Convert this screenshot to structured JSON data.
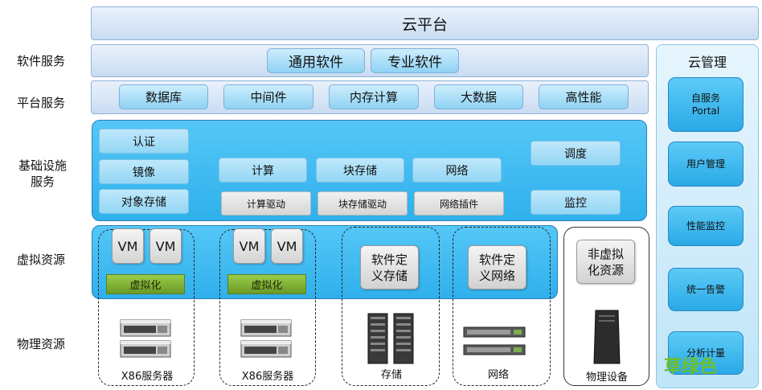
{
  "left_labels": {
    "software": "软件服务",
    "platform": "平台服务",
    "infra": "基础设施服务",
    "virtual": "虚拟资源",
    "physical": "物理资源"
  },
  "cloud_platform": "云平台",
  "software_services": [
    "通用软件",
    "专业软件"
  ],
  "platform_services": [
    "数据库",
    "中间件",
    "内存计算",
    "大数据",
    "高性能"
  ],
  "infra": {
    "left": [
      "认证",
      "镜像",
      "对象存储"
    ],
    "middle": [
      "计算",
      "块存储",
      "网络"
    ],
    "drivers": [
      "计算驱动",
      "块存储驱动",
      "网络插件"
    ],
    "right": [
      "调度",
      "监控"
    ]
  },
  "virtual": {
    "vm": "VM",
    "virtualization": "虚拟化",
    "sds": "软件定义存储",
    "sdn": "软件定义网络",
    "nonvirtual": "非虚拟化资源"
  },
  "physical": {
    "x86": "X86服务器",
    "storage": "存储",
    "network": "网络",
    "device": "物理设备"
  },
  "management": {
    "title": "云管理",
    "items": [
      "自服务Portal",
      "用户管理",
      "性能监控",
      "统一告警",
      "分析计量"
    ]
  },
  "watermark": "草绿色"
}
